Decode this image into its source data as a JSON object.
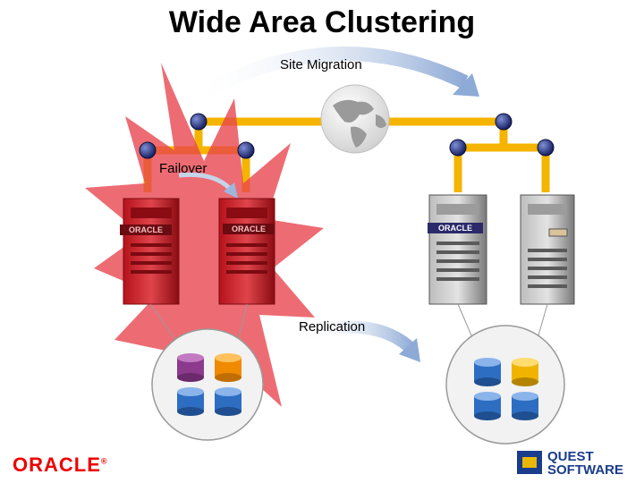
{
  "title": "Wide Area Clustering",
  "labels": {
    "site_migration": "Site Migration",
    "failover": "Failover",
    "replication": "Replication"
  },
  "server_brand": "ORACLE",
  "footer": {
    "oracle_logo": "ORACLE",
    "quest_line1": "QUEST",
    "quest_line2": "SOFTWARE"
  },
  "colors": {
    "network": "#f4b400",
    "arrow": "#9db6dc",
    "failure_burst": "#e8434b",
    "server_red": "#c8252c",
    "server_gray": "#8b8b8b",
    "db_blue": "#2d6ec2",
    "db_orange": "#f08a00",
    "db_purple": "#8b3a8c",
    "node": "#1a2a7a",
    "oracle_red": "#e00000"
  }
}
